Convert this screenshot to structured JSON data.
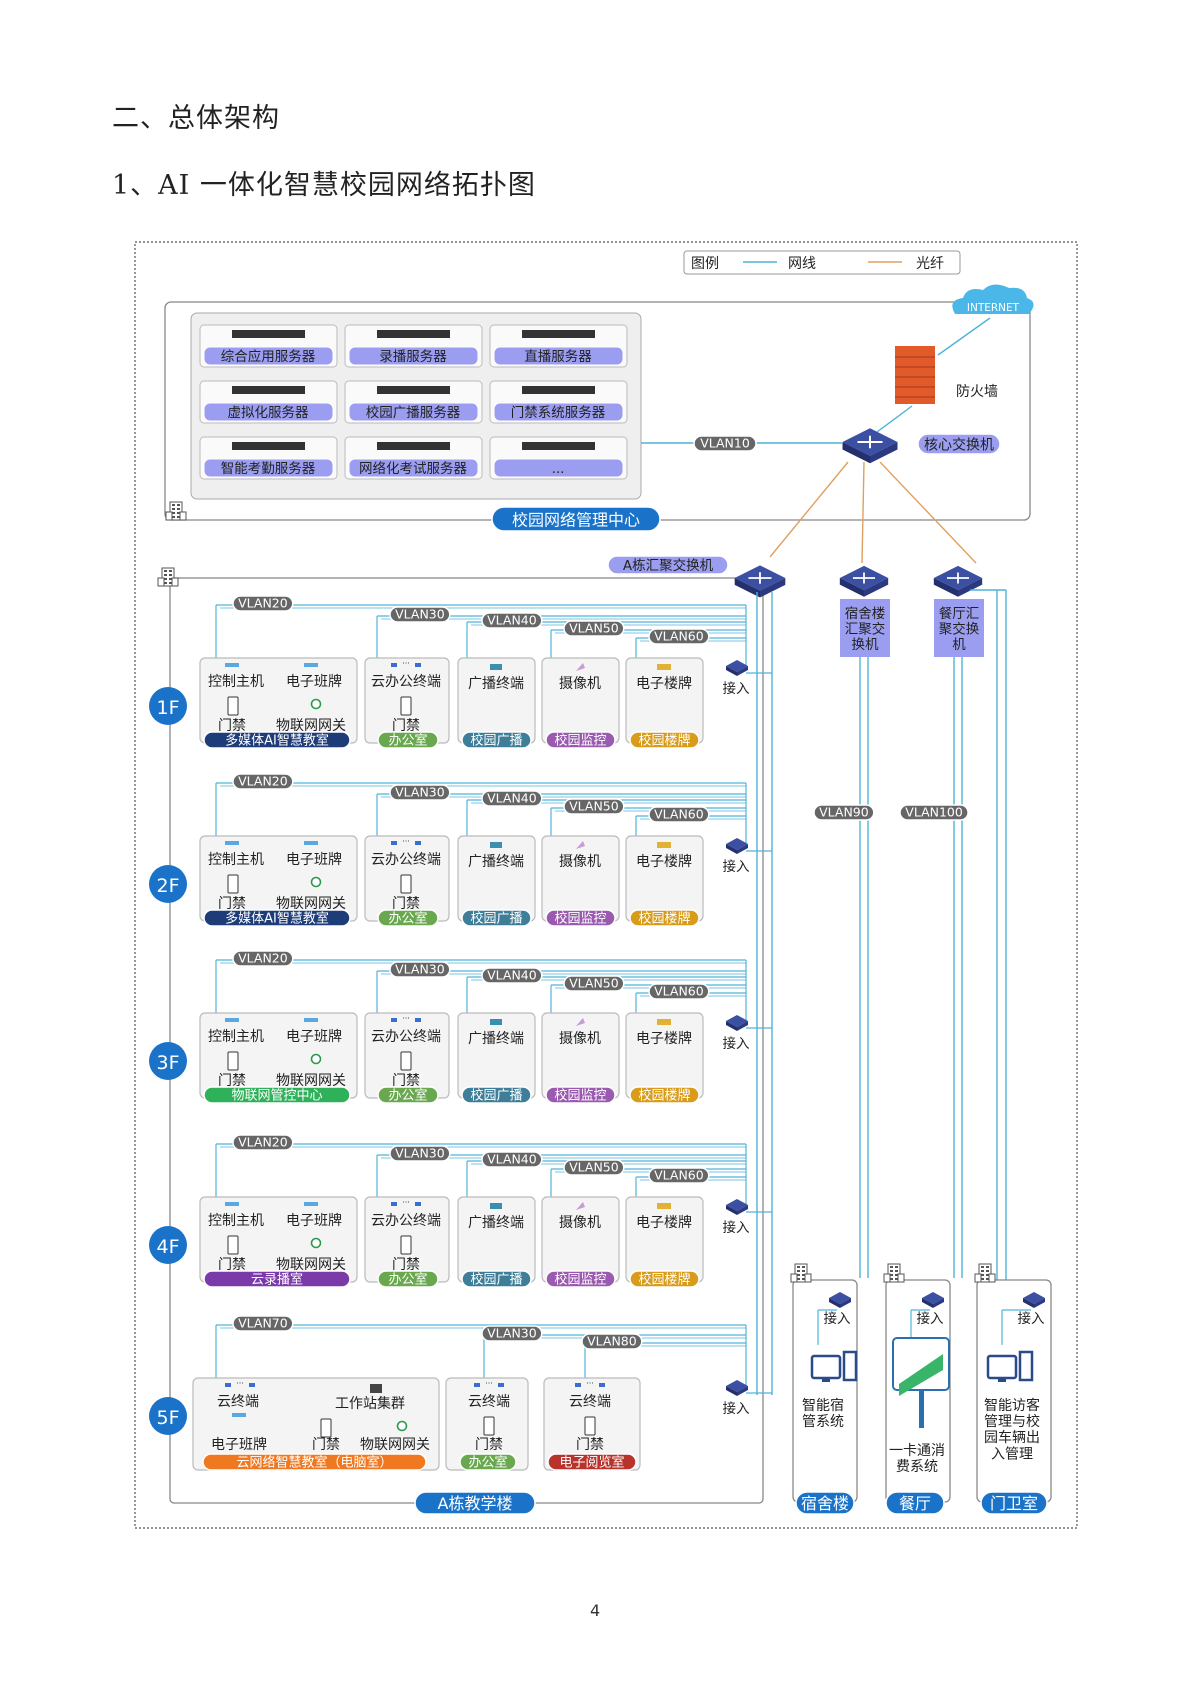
{
  "heading": "二、总体架构",
  "subheading": "1、AI 一体化智慧校园网络拓扑图",
  "page_number": "4",
  "colors": {
    "network_cable": "#4fb3d9",
    "fiber": "#e0a060",
    "label_blue": "#1a73c8",
    "server_bar": "#9b9ef0",
    "vlan_gray": "#666666"
  },
  "legend": {
    "title": "图例",
    "cable": "网线",
    "fiber": "光纤"
  },
  "internet": "INTERNET",
  "firewall": "防火墙",
  "core_switch": "核心交换机",
  "vlan10": "VLAN10",
  "management_center": {
    "title": "校园网络管理中心",
    "servers": [
      "综合应用服务器",
      "录播服务器",
      "直播服务器",
      "虚拟化服务器",
      "校园广播服务器",
      "门禁系统服务器",
      "智能考勤服务器",
      "网络化考试服务器",
      "..."
    ]
  },
  "building_a": {
    "title": "A栋教学楼",
    "aggregation_switch": "A栋汇聚交换机",
    "access_label": "接入",
    "floors": [
      {
        "label": "1F",
        "vlans": [
          "VLAN20",
          "VLAN30",
          "VLAN40",
          "VLAN50",
          "VLAN60"
        ],
        "room1": "多媒体AI智慧教室",
        "room1_color": "#1d3c78"
      },
      {
        "label": "2F",
        "vlans": [
          "VLAN20",
          "VLAN30",
          "VLAN40",
          "VLAN50",
          "VLAN60"
        ],
        "room1": "多媒体AI智慧教室",
        "room1_color": "#1d3c78"
      },
      {
        "label": "3F",
        "vlans": [
          "VLAN20",
          "VLAN30",
          "VLAN40",
          "VLAN50",
          "VLAN60"
        ],
        "room1": "物联网管控中心",
        "room1_color": "#2fb15a"
      },
      {
        "label": "4F",
        "vlans": [
          "VLAN20",
          "VLAN30",
          "VLAN40",
          "VLAN50",
          "VLAN60"
        ],
        "room1": "云录播室",
        "room1_color": "#7a3aa8"
      }
    ],
    "std_devices": {
      "control_host": "控制主机",
      "class_sign": "电子班牌",
      "door": "门禁",
      "iot_gateway": "物联网网关",
      "cloud_office": "云办公终端",
      "broadcast_term": "广播终端",
      "camera": "摄像机",
      "floor_sign": "电子楼牌",
      "office": "办公室",
      "broadcast": "校园广播",
      "monitor": "校园监控",
      "floor_board": "校园楼牌"
    },
    "floor5": {
      "label": "5F",
      "vlans": [
        "VLAN70",
        "VLAN30",
        "VLAN80"
      ],
      "cloud_terminal": "云终端",
      "workstation": "工作站集群",
      "class_sign": "电子班牌",
      "door": "门禁",
      "iot_gateway": "物联网网关",
      "room1": "云网络智慧教室（电脑室）",
      "office": "办公室",
      "reading_room": "电子阅览室"
    }
  },
  "dorm": {
    "switch": "宿舍楼\n汇聚交\n换机",
    "vlan": "VLAN90",
    "access": "接入",
    "system": "智能宿\n管系统",
    "title": "宿舍楼"
  },
  "canteen": {
    "switch": "餐厅汇\n聚交换\n机",
    "vlan": "VLAN100",
    "access": "接入",
    "system": "一卡通消\n费系统",
    "title": "餐厅"
  },
  "gate": {
    "access": "接入",
    "system": "智能访客\n管理与校\n园车辆出\n入管理",
    "title": "门卫室"
  }
}
